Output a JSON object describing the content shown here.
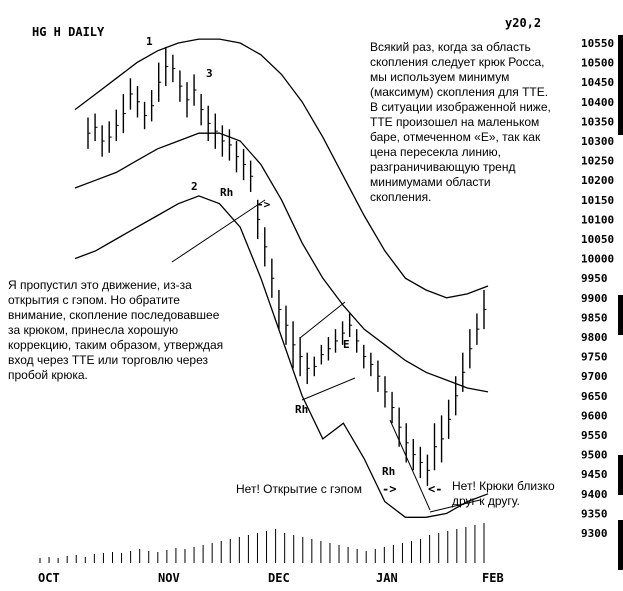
{
  "chart_data": {
    "type": "bar",
    "title": "HG H DAILY",
    "corner_label": "y20,2",
    "y_ticks": [
      "10550",
      "10500",
      "10450",
      "10400",
      "10350",
      "10300",
      "10250",
      "10200",
      "10150",
      "10100",
      "10050",
      "10000",
      "9950",
      "9900",
      "9850",
      "9800",
      "9750",
      "9700",
      "9650",
      "9600",
      "9550",
      "9500",
      "9450",
      "9400",
      "9350",
      "9300"
    ],
    "ylim": [
      9300,
      10550
    ],
    "x_ticks": [
      "OCT",
      "NOV",
      "DEC",
      "JAN",
      "FEB"
    ],
    "point_labels": [
      "1",
      "2",
      "3",
      "Rh",
      "Rh",
      "E",
      "Rh"
    ],
    "price_bars": [
      [
        10360,
        10280
      ],
      [
        10370,
        10300
      ],
      [
        10340,
        10260
      ],
      [
        10350,
        10270
      ],
      [
        10380,
        10300
      ],
      [
        10420,
        10320
      ],
      [
        10460,
        10380
      ],
      [
        10440,
        10360
      ],
      [
        10400,
        10330
      ],
      [
        10430,
        10350
      ],
      [
        10500,
        10400
      ],
      [
        10540,
        10440
      ],
      [
        10520,
        10450
      ],
      [
        10480,
        10400
      ],
      [
        10450,
        10360
      ],
      [
        10470,
        10390
      ],
      [
        10420,
        10340
      ],
      [
        10390,
        10300
      ],
      [
        10370,
        10280
      ],
      [
        10340,
        10260
      ],
      [
        10330,
        10250
      ],
      [
        10300,
        10220
      ],
      [
        10280,
        10200
      ],
      [
        10250,
        10170
      ],
      [
        10150,
        10050
      ],
      [
        10080,
        9980
      ],
      [
        10000,
        9900
      ],
      [
        9920,
        9820
      ],
      [
        9880,
        9780
      ],
      [
        9840,
        9720
      ],
      [
        9800,
        9700
      ],
      [
        9760,
        9680
      ],
      [
        9750,
        9700
      ],
      [
        9780,
        9730
      ],
      [
        9800,
        9740
      ],
      [
        9820,
        9760
      ],
      [
        9840,
        9780
      ],
      [
        9860,
        9800
      ],
      [
        9820,
        9760
      ],
      [
        9780,
        9720
      ],
      [
        9760,
        9700
      ],
      [
        9740,
        9660
      ],
      [
        9700,
        9620
      ],
      [
        9660,
        9580
      ],
      [
        9620,
        9520
      ],
      [
        9580,
        9480
      ],
      [
        9540,
        9460
      ],
      [
        9520,
        9440
      ],
      [
        9500,
        9420
      ],
      [
        9580,
        9460
      ],
      [
        9600,
        9480
      ],
      [
        9640,
        9540
      ],
      [
        9700,
        9600
      ],
      [
        9760,
        9660
      ],
      [
        9820,
        9720
      ],
      [
        9860,
        9780
      ],
      [
        9920,
        9820
      ]
    ],
    "upper_band": [
      10380,
      10420,
      10460,
      10500,
      10530,
      10550,
      10560,
      10560,
      10550,
      10520,
      10470,
      10400,
      10310,
      10210,
      10110,
      10020,
      9950,
      9920,
      9900,
      9910,
      9930
    ],
    "middle_average": [
      10180,
      10200,
      10220,
      10250,
      10280,
      10300,
      10320,
      10320,
      10300,
      10240,
      10150,
      10040,
      9950,
      9880,
      9820,
      9780,
      9740,
      9710,
      9690,
      9670,
      9660
    ],
    "lower_band": [
      10000,
      10020,
      10050,
      10080,
      10110,
      10140,
      10160,
      10140,
      10080,
      9950,
      9800,
      9650,
      9540,
      9580,
      9490,
      9380,
      9340,
      9340,
      9350,
      9380,
      9400
    ],
    "volume": [
      5,
      6,
      5,
      7,
      8,
      6,
      9,
      10,
      11,
      10,
      12,
      14,
      12,
      11,
      13,
      15,
      14,
      16,
      18,
      20,
      22,
      24,
      26,
      28,
      30,
      32,
      34,
      30,
      28,
      26,
      24,
      22,
      20,
      18,
      16,
      14,
      12,
      14,
      16,
      18,
      20,
      22,
      24,
      28,
      30,
      32,
      34,
      36,
      38,
      40
    ],
    "grid": false
  },
  "annotations": {
    "hook_note": "Всякий раз, когда за область\nскопления следует крюк Росса,\nмы используем минимум\n(максимум) скопления для ТТЕ.\nВ ситуации изображенной ниже,\nТТЕ произошел на маленьком\nбаре, отмеченном «Е», так как\nцена пересекла линию,\nразграничивающую тренд\nминимумами области\nскопления.",
    "gap_miss_note": "Я пропустил это движение, из-за\nоткрытия с гэпом. Но обратите\nвнимание, скопление последовавшее\nза крюком, принесла хорошую\nкоррекцию, таким образом, утверждая\nвход через ТТЕ или торговлю через\nпробой крюка.",
    "gap_open_note": "Нет! Открытие с гэпом",
    "hooks_close_note": "Нет! Крюки близко\nдруг к другу."
  }
}
